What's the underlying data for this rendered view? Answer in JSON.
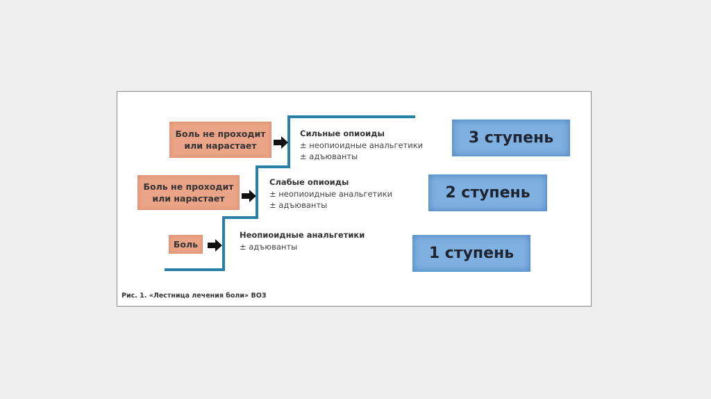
{
  "steps": [
    {
      "trigger": [
        "Боль не проходит",
        "или нарастает"
      ],
      "drug": "Сильные опиоиды",
      "adds": [
        "± неопиоидные анальгетики",
        "± адъюванты"
      ],
      "label": "3 ступень"
    },
    {
      "trigger": [
        "Боль не проходит",
        "или нарастает"
      ],
      "drug": "Слабые опиоиды",
      "adds": [
        "± неопиоидные анальгетики",
        "± адъюванты"
      ],
      "label": "2 ступень"
    },
    {
      "trigger": [
        "Боль"
      ],
      "drug": "Неопиоидные анальгетики",
      "adds": [
        "± адъюванты"
      ],
      "label": "1 ступень"
    }
  ],
  "caption": "Рис. 1. «Лестница лечения боли» ВОЗ",
  "colors": {
    "stair": "#2a7fa8",
    "trigger": "#eba487",
    "step": "#7fb0e0"
  }
}
